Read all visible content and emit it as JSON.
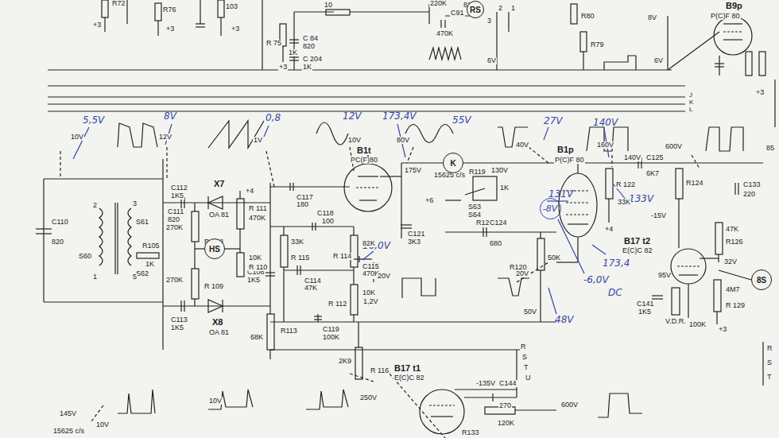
{
  "diagram": {
    "nodes": [
      {
        "text": [
          "RS"
        ]
      },
      {
        "text": [
          "K"
        ]
      },
      {
        "text": [
          "-8V"
        ]
      },
      {
        "text": [
          "HS"
        ]
      },
      {
        "text": [
          "8S"
        ]
      }
    ],
    "labels": [
      "R72",
      "R76",
      "103",
      "+3",
      "+3",
      "+3",
      "10",
      "R 75",
      "1K",
      "C 84",
      "820",
      "C 204",
      "1K",
      "+3",
      "220K",
      "C91",
      "470K",
      "820",
      "3",
      "2",
      "1",
      "R80",
      "R79",
      "6V",
      "6V",
      "8V",
      "B9p",
      "P(C)F 80",
      "+3",
      "J",
      "K",
      "L",
      "10V",
      "12V",
      "1V",
      "10V",
      "80V",
      "40V",
      "160V",
      "600V",
      "85",
      "5,5V",
      "8V",
      "0,8",
      "12V",
      "173,4V",
      "55V",
      "27V",
      "140V",
      "133V",
      "173,4",
      "131V",
      "16,0V",
      "48V",
      "-6,0V",
      "DC",
      "B1t",
      "PC(F)80",
      "175V",
      "15625 c/s",
      "130V",
      "R119",
      "1K",
      "S63",
      "S64",
      "+6",
      "R123",
      "C117",
      "180",
      "C118",
      "100",
      "R 114",
      "82K",
      "R 115",
      "33K",
      "C115",
      "470K",
      "C114",
      "47K",
      "C108",
      "1K5",
      "R 112",
      "10K",
      "C121",
      "3K3",
      "C124",
      "680",
      "R120",
      "50K",
      "20V",
      "20V",
      "1,2V",
      "50V",
      "C119",
      "100K",
      "R113",
      "68K",
      "R 116",
      "2K9",
      "B1p",
      "P(C)F 80",
      "140V",
      "C125",
      "6K7",
      "R124",
      "C133",
      "220",
      "-15V",
      "R 122",
      "33K",
      "+4",
      "R126",
      "47K",
      "B17 t2",
      "E(C)C 82",
      "95V",
      "32V",
      "C141",
      "1K5",
      "V.D.R.",
      "R 129",
      "100K",
      "4M7",
      "+3",
      "X7",
      "OA 81",
      "+4",
      "R 111",
      "470K",
      "R 108",
      "270K",
      "R 110",
      "10K",
      "R 109",
      "270K",
      "C112",
      "1K5",
      "C111",
      "820",
      "C113",
      "1K5",
      "S61",
      "S62",
      "R105",
      "1K",
      "S60",
      "C110",
      "820",
      "2",
      "3",
      "1",
      "5",
      "X8",
      "OA 81",
      "15625 c/s",
      "10V",
      "145V",
      "10V",
      "250V",
      "B17 t1",
      "E(C)C 82",
      "-135V",
      "R",
      "S",
      "T",
      "U",
      "C144",
      "270",
      "600V",
      "R133",
      "120K",
      "R",
      "S",
      "T"
    ]
  }
}
